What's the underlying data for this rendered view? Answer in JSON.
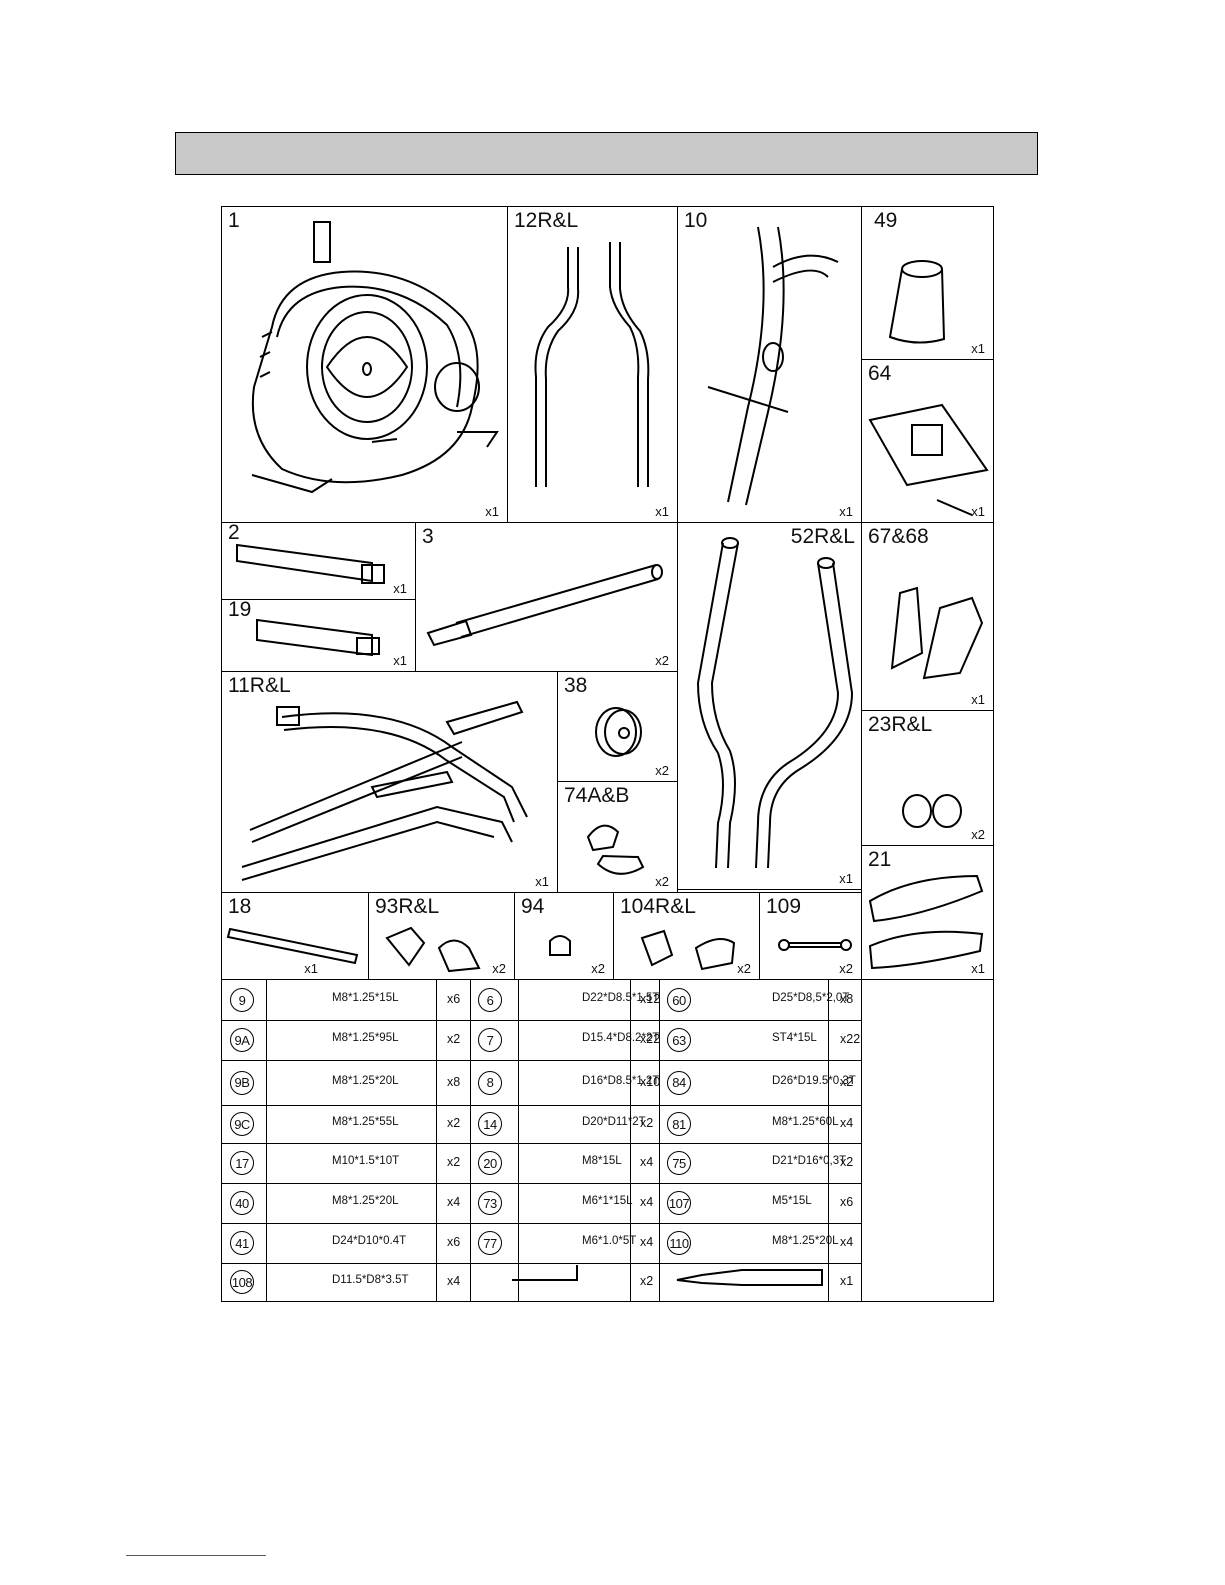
{
  "parts": [
    {
      "id": "1",
      "qty": "x1"
    },
    {
      "id": "12R&L",
      "qty": "x1"
    },
    {
      "id": "10",
      "qty": "x1"
    },
    {
      "id": "49",
      "qty": "x1"
    },
    {
      "id": "64",
      "qty": "x1"
    },
    {
      "id": "2",
      "qty": "x1"
    },
    {
      "id": "3",
      "qty": "x2"
    },
    {
      "id": "19",
      "qty": "x1"
    },
    {
      "id": "52R&L",
      "qty": "x1"
    },
    {
      "id": "67&68",
      "qty": "x1"
    },
    {
      "id": "11R&L",
      "qty": "x1"
    },
    {
      "id": "38",
      "qty": "x2"
    },
    {
      "id": "74A&B",
      "qty": "x2"
    },
    {
      "id": "23R&L",
      "qty": "x2"
    },
    {
      "id": "21",
      "qty": "x1"
    },
    {
      "id": "18",
      "qty": "x1"
    },
    {
      "id": "93R&L",
      "qty": "x2"
    },
    {
      "id": "94",
      "qty": "x2"
    },
    {
      "id": "104R&L",
      "qty": "x2"
    },
    {
      "id": "109",
      "qty": "x2"
    }
  ],
  "hardware": [
    [
      {
        "num": "9",
        "spec": "M8*1.25*15L",
        "qty": "x6"
      },
      {
        "num": "6",
        "spec": "D22*D8.5*1.5T",
        "qty": "x12"
      },
      {
        "num": "60",
        "spec": "D25*D8,5*2,0T",
        "qty": "x8"
      }
    ],
    [
      {
        "num": "9A",
        "spec": "M8*1.25*95L",
        "qty": "x2"
      },
      {
        "num": "7",
        "spec": "D15.4*D8.2*2T",
        "qty": "x22"
      },
      {
        "num": "63",
        "spec": "ST4*15L",
        "qty": "x22"
      }
    ],
    [
      {
        "num": "9B",
        "spec": "M8*1.25*20L",
        "qty": "x8"
      },
      {
        "num": "8",
        "spec": "D16*D8.5*1.2T",
        "qty": "x10"
      },
      {
        "num": "84",
        "spec": "D26*D19.5*0.3T",
        "qty": "x2"
      }
    ],
    [
      {
        "num": "9C",
        "spec": "M8*1.25*55L",
        "qty": "x2"
      },
      {
        "num": "14",
        "spec": "D20*D11*2T",
        "qty": "x2"
      },
      {
        "num": "81",
        "spec": "M8*1.25*60L",
        "qty": "x4"
      }
    ],
    [
      {
        "num": "17",
        "spec": "M10*1.5*10T",
        "qty": "x2"
      },
      {
        "num": "20",
        "spec": "M8*15L",
        "qty": "x4"
      },
      {
        "num": "75",
        "spec": "D21*D16*0,3T",
        "qty": "x2"
      }
    ],
    [
      {
        "num": "40",
        "spec": "M8*1.25*20L",
        "qty": "x4"
      },
      {
        "num": "73",
        "spec": "M6*1*15L",
        "qty": "x4"
      },
      {
        "num": "107",
        "spec": "M5*15L",
        "qty": "x6"
      }
    ],
    [
      {
        "num": "41",
        "spec": "D24*D10*0.4T",
        "qty": "x6"
      },
      {
        "num": "77",
        "spec": "M6*1.0*5T",
        "qty": "x4"
      },
      {
        "num": "110",
        "spec": "M8*1.25*20L",
        "qty": "x4"
      }
    ],
    [
      {
        "num": "108",
        "spec": "D11.5*D8*3.5T",
        "qty": "x4"
      },
      {
        "num": "",
        "spec": "",
        "qty": "x2"
      },
      {
        "num": "",
        "spec": "",
        "qty": "x1"
      }
    ]
  ]
}
